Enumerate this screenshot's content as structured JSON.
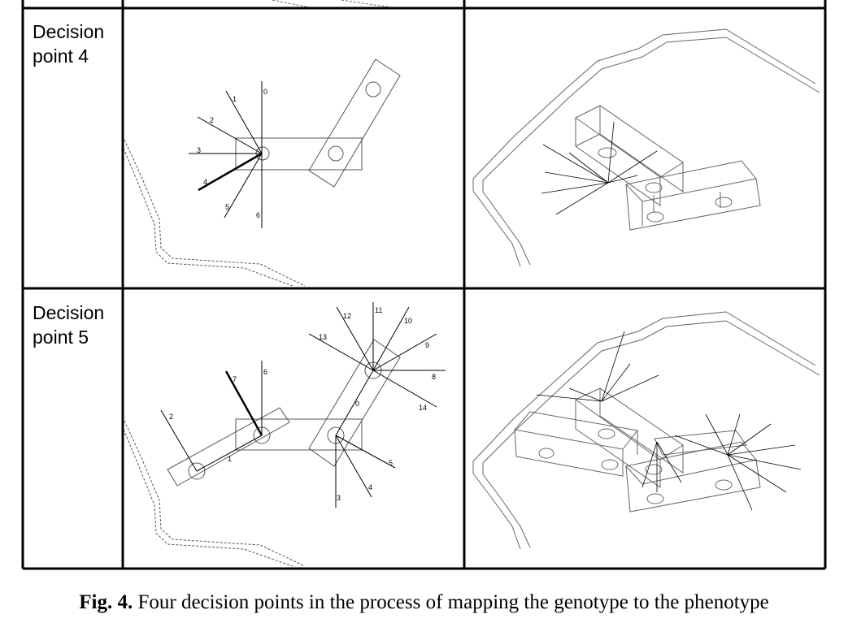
{
  "rows": [
    {
      "label_line1": "Decision",
      "label_line2": "point 4",
      "plan_ray_labels": [
        "0",
        "1",
        "2",
        "3",
        "4",
        "5",
        "6"
      ]
    },
    {
      "label_line1": "Decision",
      "label_line2": "point 5",
      "plan_ray_labels_left": [
        "1",
        "2",
        "6",
        "7"
      ],
      "plan_ray_labels_right": [
        "0",
        "3",
        "4",
        "5",
        "8",
        "9",
        "10",
        "11",
        "12",
        "13",
        "14"
      ]
    }
  ],
  "caption": {
    "label": "Fig. 4.",
    "text": " Four decision points in the process of mapping the genotype to the phenotype"
  }
}
